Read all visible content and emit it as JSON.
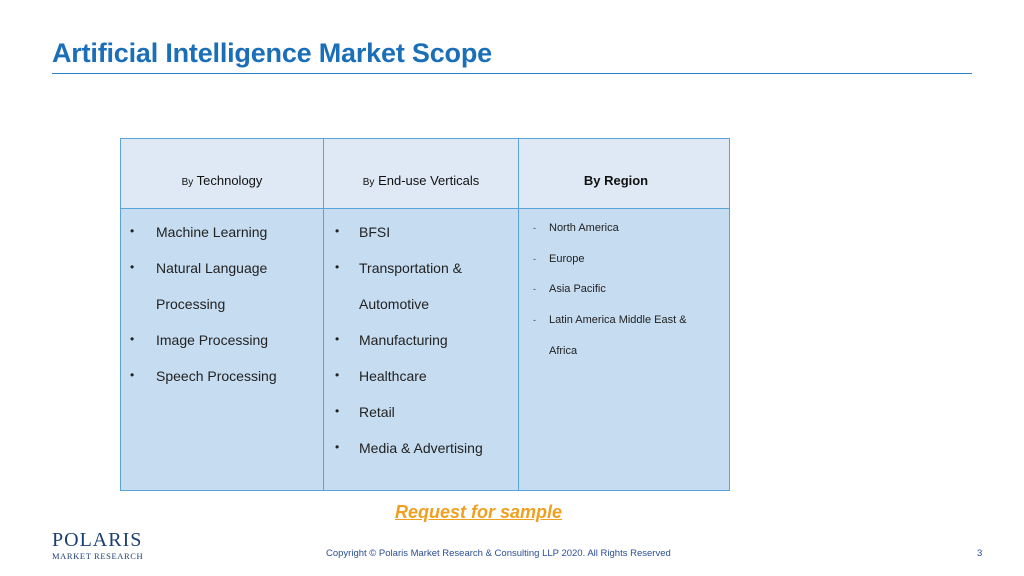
{
  "title": "Artificial Intelligence Market Scope",
  "columns": [
    {
      "header_prefix": "By",
      "header_main": "Technology",
      "items": [
        "Machine Learning",
        "Natural Language",
        "Processing",
        "Image Processing",
        "Speech Processing"
      ]
    },
    {
      "header_prefix": "By",
      "header_main": "End-use Verticals",
      "items": [
        "BFSI",
        "Transportation &",
        "Automotive",
        "Manufacturing",
        "Healthcare",
        "Retail",
        "Media & Advertising"
      ]
    },
    {
      "header_main": "By Region",
      "items": [
        "North America",
        "Europe",
        "Asia Pacific",
        "Latin America Middle East &",
        "Africa"
      ]
    }
  ],
  "bullet_char": "•",
  "dash_char": "-",
  "request_link": "Request for sample",
  "logo": {
    "main": "POLARIS",
    "sub": "MARKET RESEARCH"
  },
  "footer": {
    "copyright": "Copyright © Polaris Market Research & Consulting LLP 2020. All Rights Reserved",
    "page_number": "3"
  },
  "colors": {
    "title": "#1a6fb8",
    "header_fill": "#dfe9f5",
    "body_fill": "#c6dcf0",
    "border": "#5aa3da",
    "request_link": "#f0a020",
    "footer_text": "#2a4f96"
  }
}
